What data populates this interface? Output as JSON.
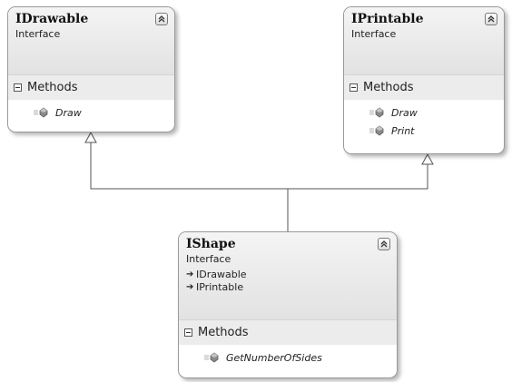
{
  "colors": {
    "border": "#9a9a9a",
    "header_gradient_top": "#f4f4f4",
    "header_gradient_bottom": "#e2e2e2",
    "section_bg": "#ececec",
    "connector": "#555555",
    "method_icon": "#8a8a8a"
  },
  "classes": [
    {
      "id": "idrawable",
      "name": "IDrawable",
      "kind": "Interface",
      "section_label": "Methods",
      "methods": [
        "Draw"
      ]
    },
    {
      "id": "iprintable",
      "name": "IPrintable",
      "kind": "Interface",
      "section_label": "Methods",
      "methods": [
        "Draw",
        "Print"
      ]
    },
    {
      "id": "ishape",
      "name": "IShape",
      "kind": "Interface",
      "inherits": [
        "IDrawable",
        "IPrintable"
      ],
      "section_label": "Methods",
      "methods": [
        "GetNumberOfSides"
      ]
    }
  ],
  "relationships": [
    {
      "from": "IShape",
      "to": "IDrawable",
      "type": "inheritance"
    },
    {
      "from": "IShape",
      "to": "IPrintable",
      "type": "inheritance"
    }
  ],
  "icons": {
    "collapse": "double-chevron-up-icon",
    "section_toggle": "minus-box-icon",
    "method": "method-icon",
    "inherit": "arrow-right-icon"
  }
}
